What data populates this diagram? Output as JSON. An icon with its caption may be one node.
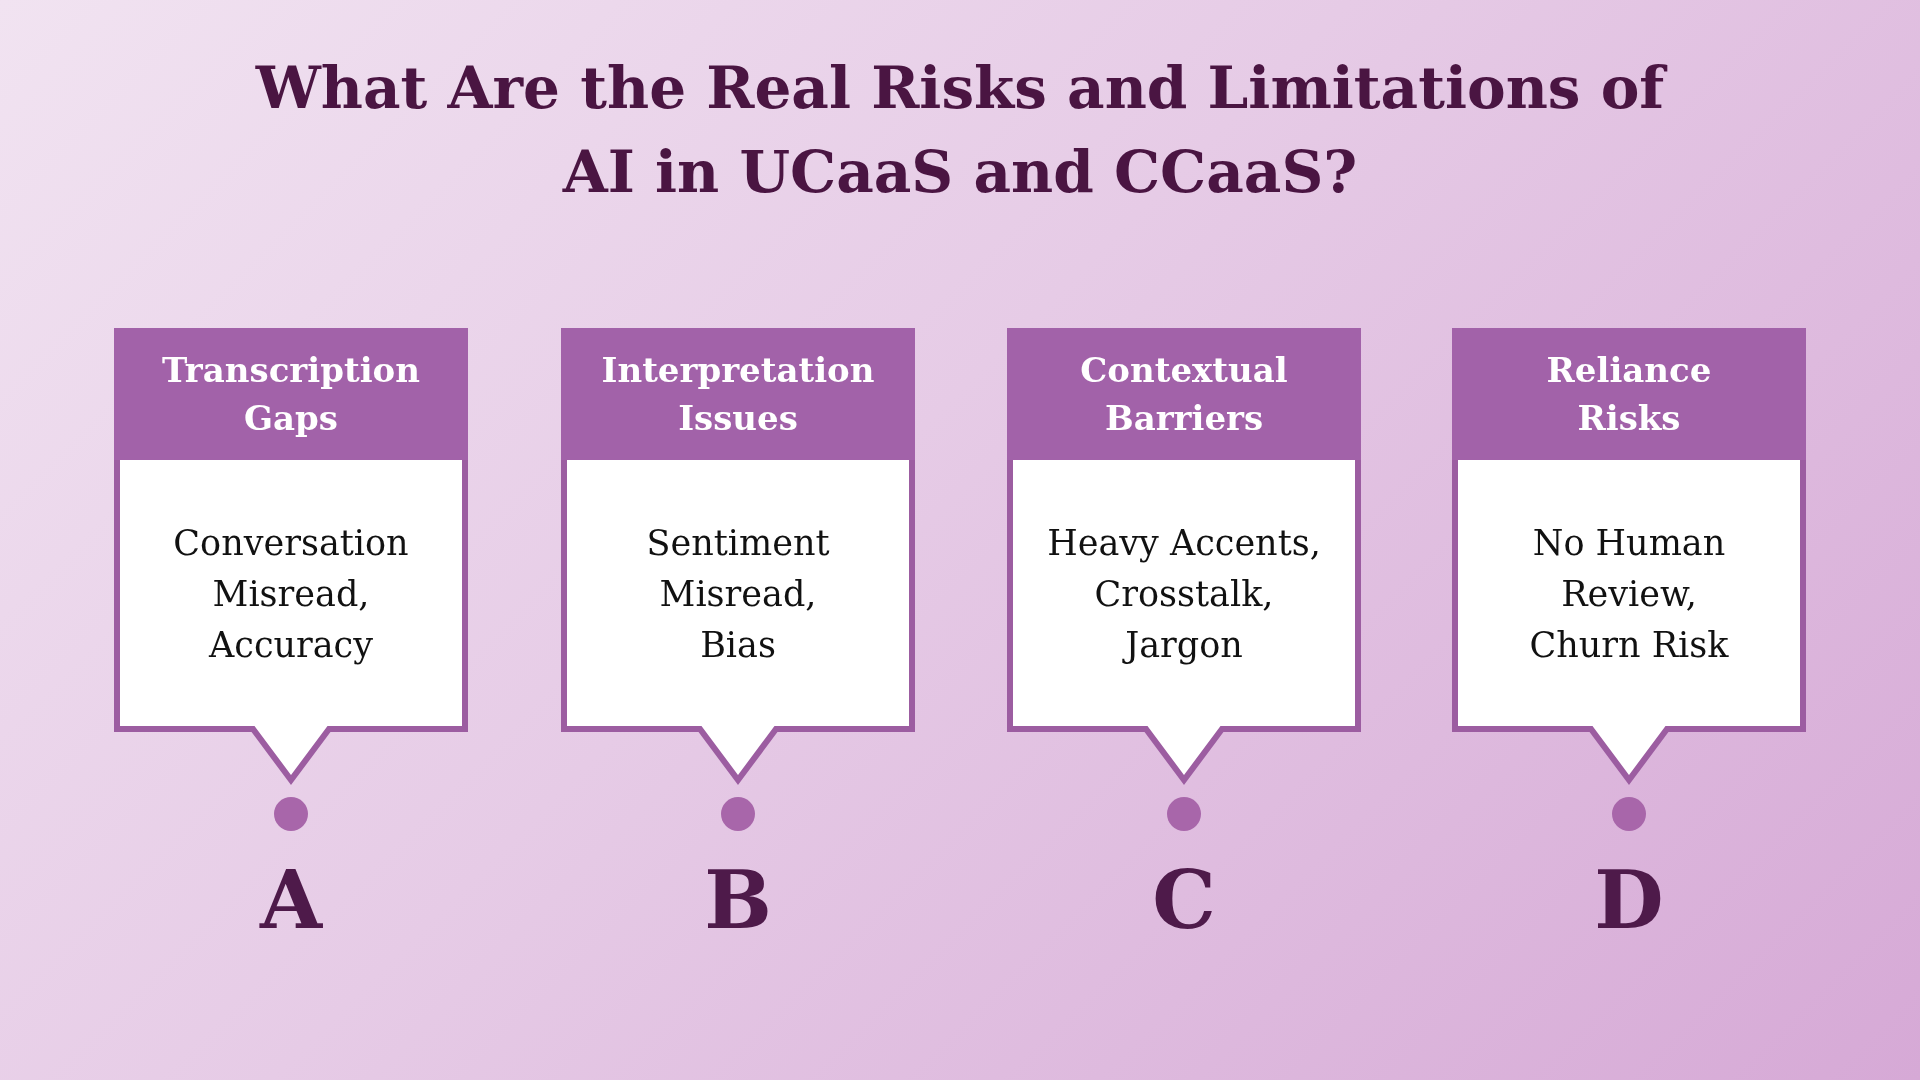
{
  "diagram": {
    "title": "What Are the Real Risks and Limitations of AI in UCaaS and CCaaS?",
    "nodes": [
      {
        "text": [
          "Transcription Gaps",
          "Conversation Misread, Accuracy"
        ]
      },
      {
        "text": [
          "Interpretation Issues",
          "Sentiment Misread, Bias"
        ]
      },
      {
        "text": [
          "Contextual Barriers",
          "Heavy Accents, Crosstalk, Jargon"
        ]
      },
      {
        "text": [
          "Reliance Risks",
          "No Human Review, Churn Risk"
        ]
      }
    ],
    "labels": [
      "A",
      "B",
      "C",
      "D"
    ]
  }
}
